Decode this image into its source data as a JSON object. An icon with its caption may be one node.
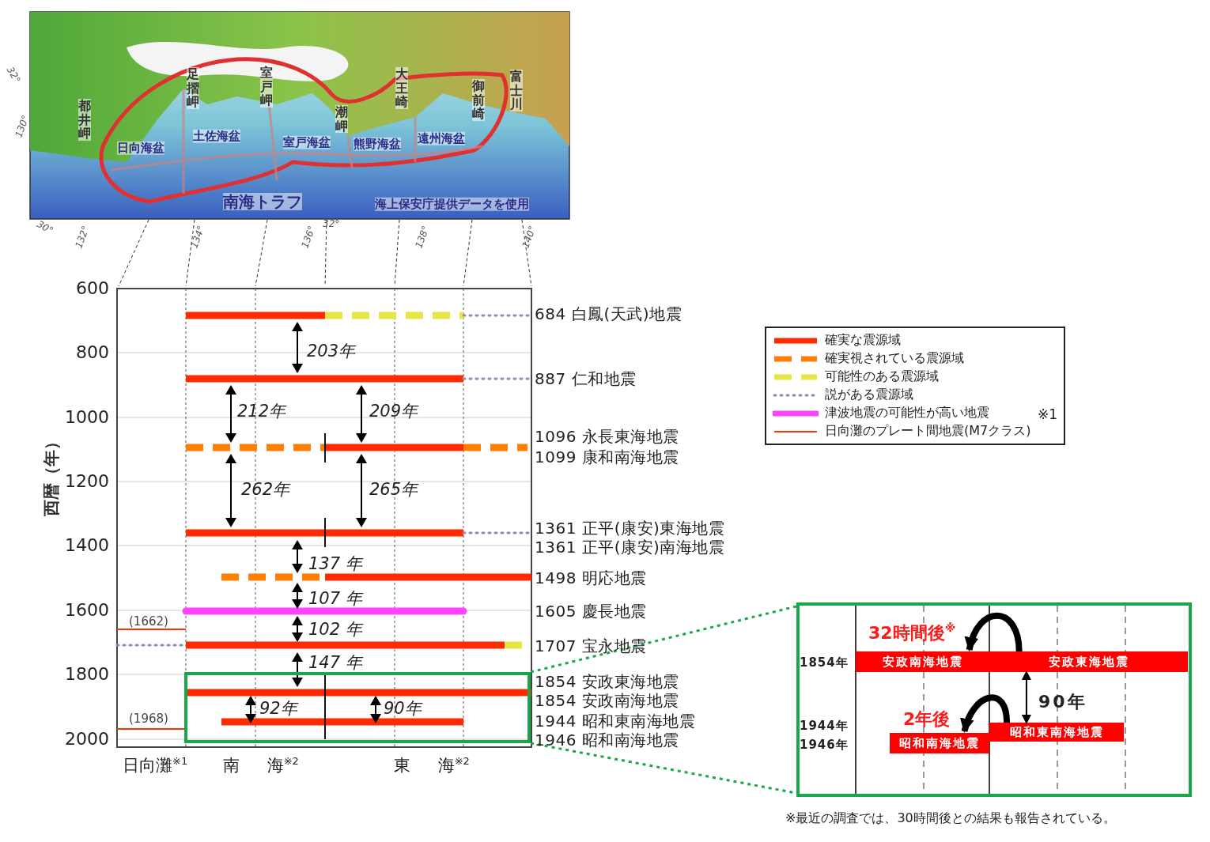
{
  "diagram": {
    "nodes": [
      {
        "text": [],
        "shape": "box"
      },
      {
        "text": [],
        "shape": "box"
      },
      {
        "text": [
          "安政南海地震"
        ],
        "in": 1
      },
      {
        "text": [
          "安政東海地震"
        ],
        "in": 1
      },
      {
        "text": [
          "昭和東南海地震"
        ],
        "in": 1
      },
      {
        "text": [
          "昭和南海地震"
        ],
        "in": 1
      }
    ],
    "edges": [
      {
        "from": 0,
        "to": 1,
        "arrow": "none",
        "style": "dashed",
        "color": "#1aa64a"
      },
      {
        "from": 0,
        "to": 1,
        "arrow": "none",
        "style": "dashed",
        "color": "#1aa64a"
      },
      {
        "from": 3,
        "to": 2,
        "arrow": "to",
        "style": "thick",
        "label": "32時間後$^{※}$"
      },
      {
        "from": 4,
        "to": 5,
        "arrow": "to",
        "style": "thick",
        "label": "2年後"
      },
      {
        "from": 3,
        "to": 4,
        "arrow": "both",
        "label": "90年"
      }
    ],
    "labels": [
      "32°",
      "130°",
      "都井岬",
      "足摺岬",
      "室戸岬",
      "大王崎",
      "御前崎",
      "富士川",
      "潮岬",
      "日向海盆",
      "土佐海盆",
      "室戸海盆",
      "熊野海盆",
      "遠州海盆",
      "南海トラフ",
      "海上保安庁提供データを使用",
      "30°",
      "132°",
      "134°",
      "136°",
      "32°",
      "138°",
      "140°",
      "600",
      "800",
      "1000",
      "1200",
      "1400",
      "1600",
      "1800",
      "2000",
      "西暦（年）",
      "(1662)",
      "(1968)",
      "684 白鳳(天武)地震",
      "887 仁和地震",
      "1096 永長東海地震",
      "1099 康和南海地震",
      "1361 正平(康安)東海地震",
      "1361 正平(康安)南海地震",
      "1498 明応地震",
      "1605 慶長地震",
      "1707 宝永地震",
      "1854 安政東海地震",
      "1854 安政南海地震",
      "1944 昭和東南海地震",
      "1946 昭和南海地震",
      "203年",
      "212年",
      "209年",
      "262年",
      "265年",
      "137 年",
      "107 年",
      "102 年",
      "147 年",
      "92年",
      "90年",
      "日向灘$^{※1}$",
      "南 海$^{※2}$",
      "東 海$^{※2}$",
      "※1",
      "1854年",
      "1944年",
      "1946年",
      "※最近の調査では、30時間後との結果も報告されている。"
    ],
    "legend": [
      {
        "text": "確実な震源域",
        "color": "#ff2a00"
      },
      {
        "text": "確実視されている震源域",
        "color": "#ff8000"
      },
      {
        "text": "可能性のある震源域",
        "color": "#e6e645"
      },
      {
        "text": "説がある震源域",
        "color": "#9a80c0"
      },
      {
        "text": "津波地震の可能性が高い地震",
        "color": "#ff44ff"
      },
      {
        "text": "日向灘のプレート間地震(M7クラス)",
        "color": "#ff3300"
      }
    ]
  }
}
